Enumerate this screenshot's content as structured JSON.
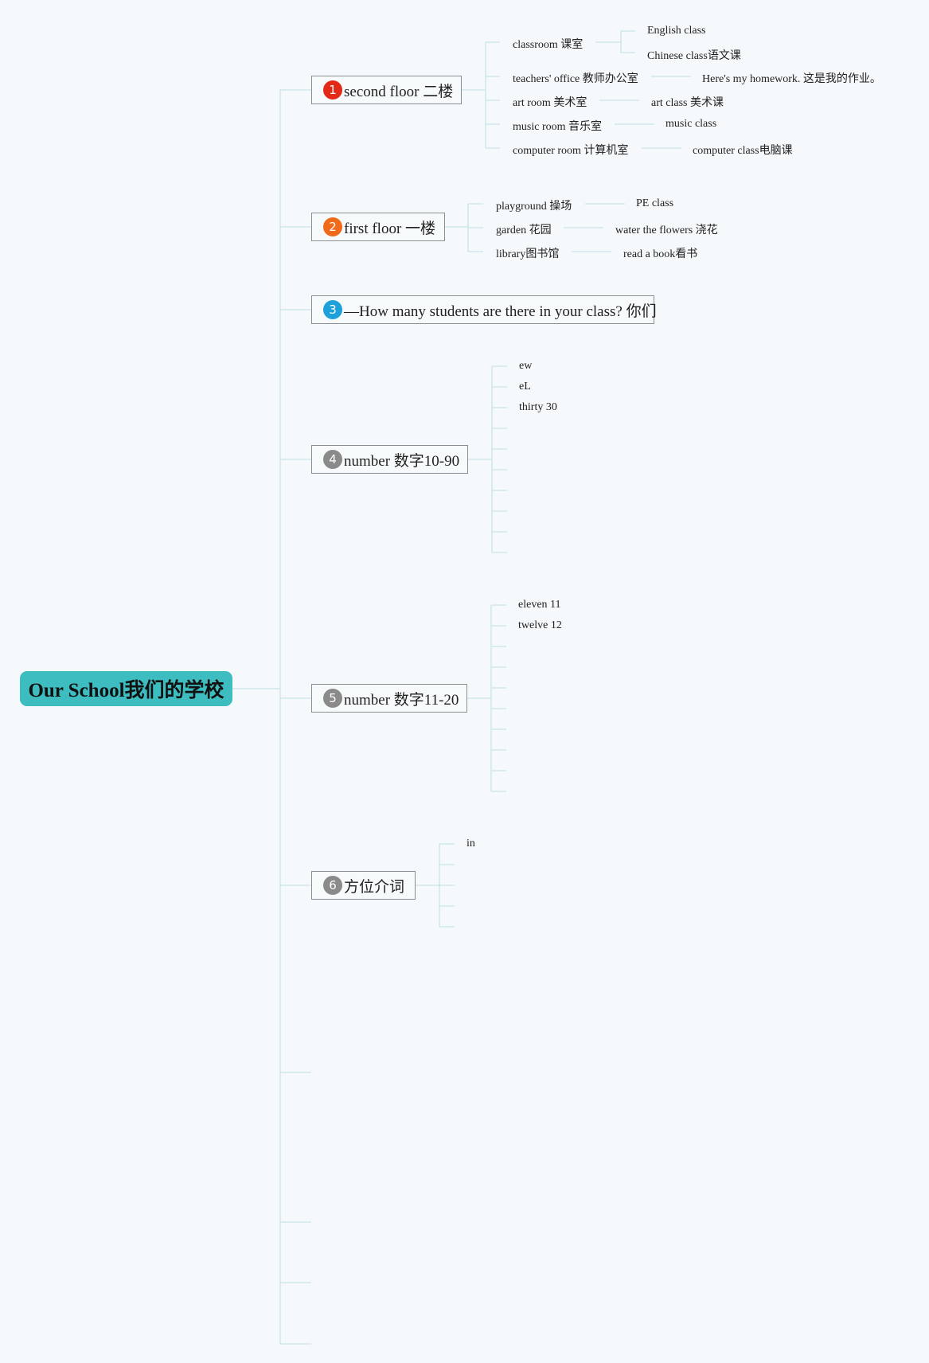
{
  "root": {
    "label": "Our School我们的学校",
    "color": "#3dbdbf"
  },
  "topics": [
    {
      "num": "1",
      "label": "second floor 二楼",
      "badge_color": "#e32a18",
      "items": [
        {
          "label": "classroom 课室",
          "children": [
            "English class",
            "Chinese class语文课"
          ]
        },
        {
          "label": "teachers' office 教师办公室",
          "children": [
            "Here's my homework. 这是我的作业。"
          ]
        },
        {
          "label": "art room 美术室",
          "children": [
            "art class 美术课"
          ]
        },
        {
          "label": "music room 音乐室",
          "children": [
            "music class"
          ]
        },
        {
          "label": "computer room 计算机室",
          "children": [
            "computer class电脑课"
          ]
        }
      ]
    },
    {
      "num": "2",
      "label": "first floor 一楼",
      "badge_color": "#f06a1a",
      "items": [
        {
          "label": "playground 操场",
          "children": [
            "PE class"
          ]
        },
        {
          "label": "garden 花园",
          "children": [
            "water the flowers 浇花"
          ]
        },
        {
          "label": "library图书馆",
          "children": [
            "read a book看书"
          ]
        }
      ]
    },
    {
      "num": "3",
      "label": "—How many students are there in your class? 你们",
      "badge_color": "#1ea0db",
      "items": []
    },
    {
      "num": "4",
      "label": "number 数字10-90",
      "badge_color": "#8a8a8a",
      "items": [
        {
          "label": "ew"
        },
        {
          "label": "eL"
        },
        {
          "label": "thirty 30"
        },
        {
          "label": ""
        },
        {
          "label": ""
        },
        {
          "label": ""
        },
        {
          "label": ""
        },
        {
          "label": ""
        },
        {
          "label": ""
        },
        {
          "label": ""
        }
      ]
    },
    {
      "num": "5",
      "label": "number 数字11-20",
      "badge_color": "#8a8a8a",
      "items": [
        {
          "label": "eleven 11"
        },
        {
          "label": "twelve 12"
        },
        {
          "label": ""
        },
        {
          "label": ""
        },
        {
          "label": ""
        },
        {
          "label": ""
        },
        {
          "label": ""
        },
        {
          "label": ""
        },
        {
          "label": ""
        },
        {
          "label": ""
        }
      ]
    },
    {
      "num": "6",
      "label": "方位介词",
      "badge_color": "#8a8a8a",
      "items": [
        {
          "label": "in"
        },
        {
          "label": ""
        },
        {
          "label": ""
        },
        {
          "label": ""
        },
        {
          "label": ""
        }
      ]
    }
  ],
  "line_color": "#c9e4ea"
}
